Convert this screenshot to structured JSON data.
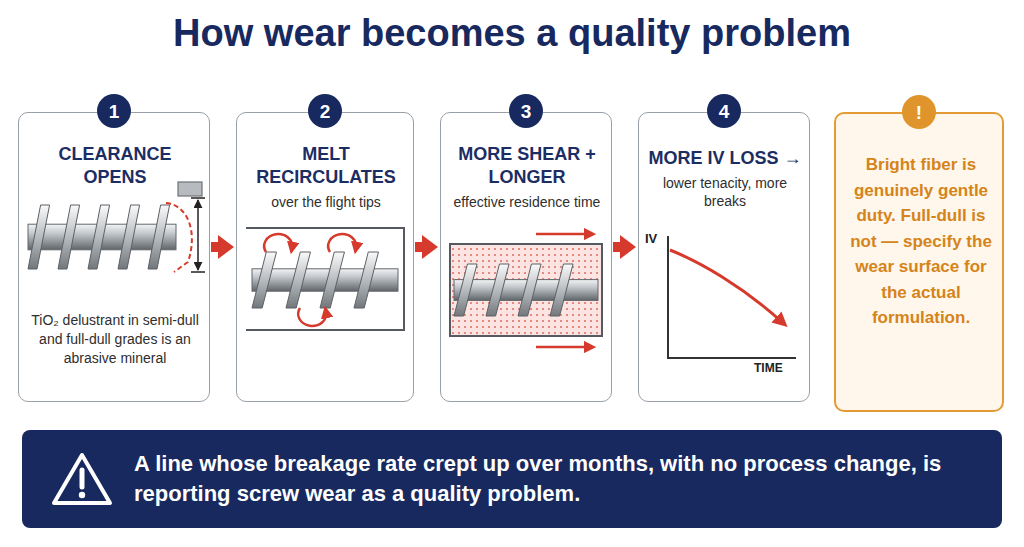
{
  "diagram": {
    "title": "How wear becomes a quality problem",
    "nodes": [
      {
        "text": [
          "CLEARANCE OPENS",
          "TiO₂ delustrant in semi-dull and full-dull grades is an abrasive mineral"
        ]
      },
      {
        "text": [
          "1"
        ],
        "in": 0
      },
      {
        "text": [
          "MELT RECIRCULATES",
          "over the flight tips"
        ]
      },
      {
        "text": [
          "2"
        ],
        "in": 2
      },
      {
        "text": [
          "MORE SHEAR + LONGER",
          "effective residence time"
        ]
      },
      {
        "text": [
          "3"
        ],
        "in": 4
      },
      {
        "text": [
          "MORE IV LOSS →",
          "lower tenacity, more breaks"
        ]
      },
      {
        "text": [
          "4"
        ],
        "in": 6
      },
      {
        "text": [
          "Bright fiber is genuinely gentle duty. Full-dull is not — specify the wear surface for the actual formulation."
        ]
      },
      {
        "text": [
          "!"
        ],
        "in": 8
      },
      {
        "text": [
          "A line whose breakage rate crept up over months, with no process change, is reporting screw wear as a quality problem."
        ]
      }
    ],
    "edges": [
      {
        "from": 0,
        "to": 2,
        "arrow": "to"
      },
      {
        "from": 2,
        "to": 4,
        "arrow": "to"
      },
      {
        "from": 4,
        "to": 6,
        "arrow": "to"
      }
    ],
    "labels": [
      "IV",
      "TIME"
    ]
  }
}
